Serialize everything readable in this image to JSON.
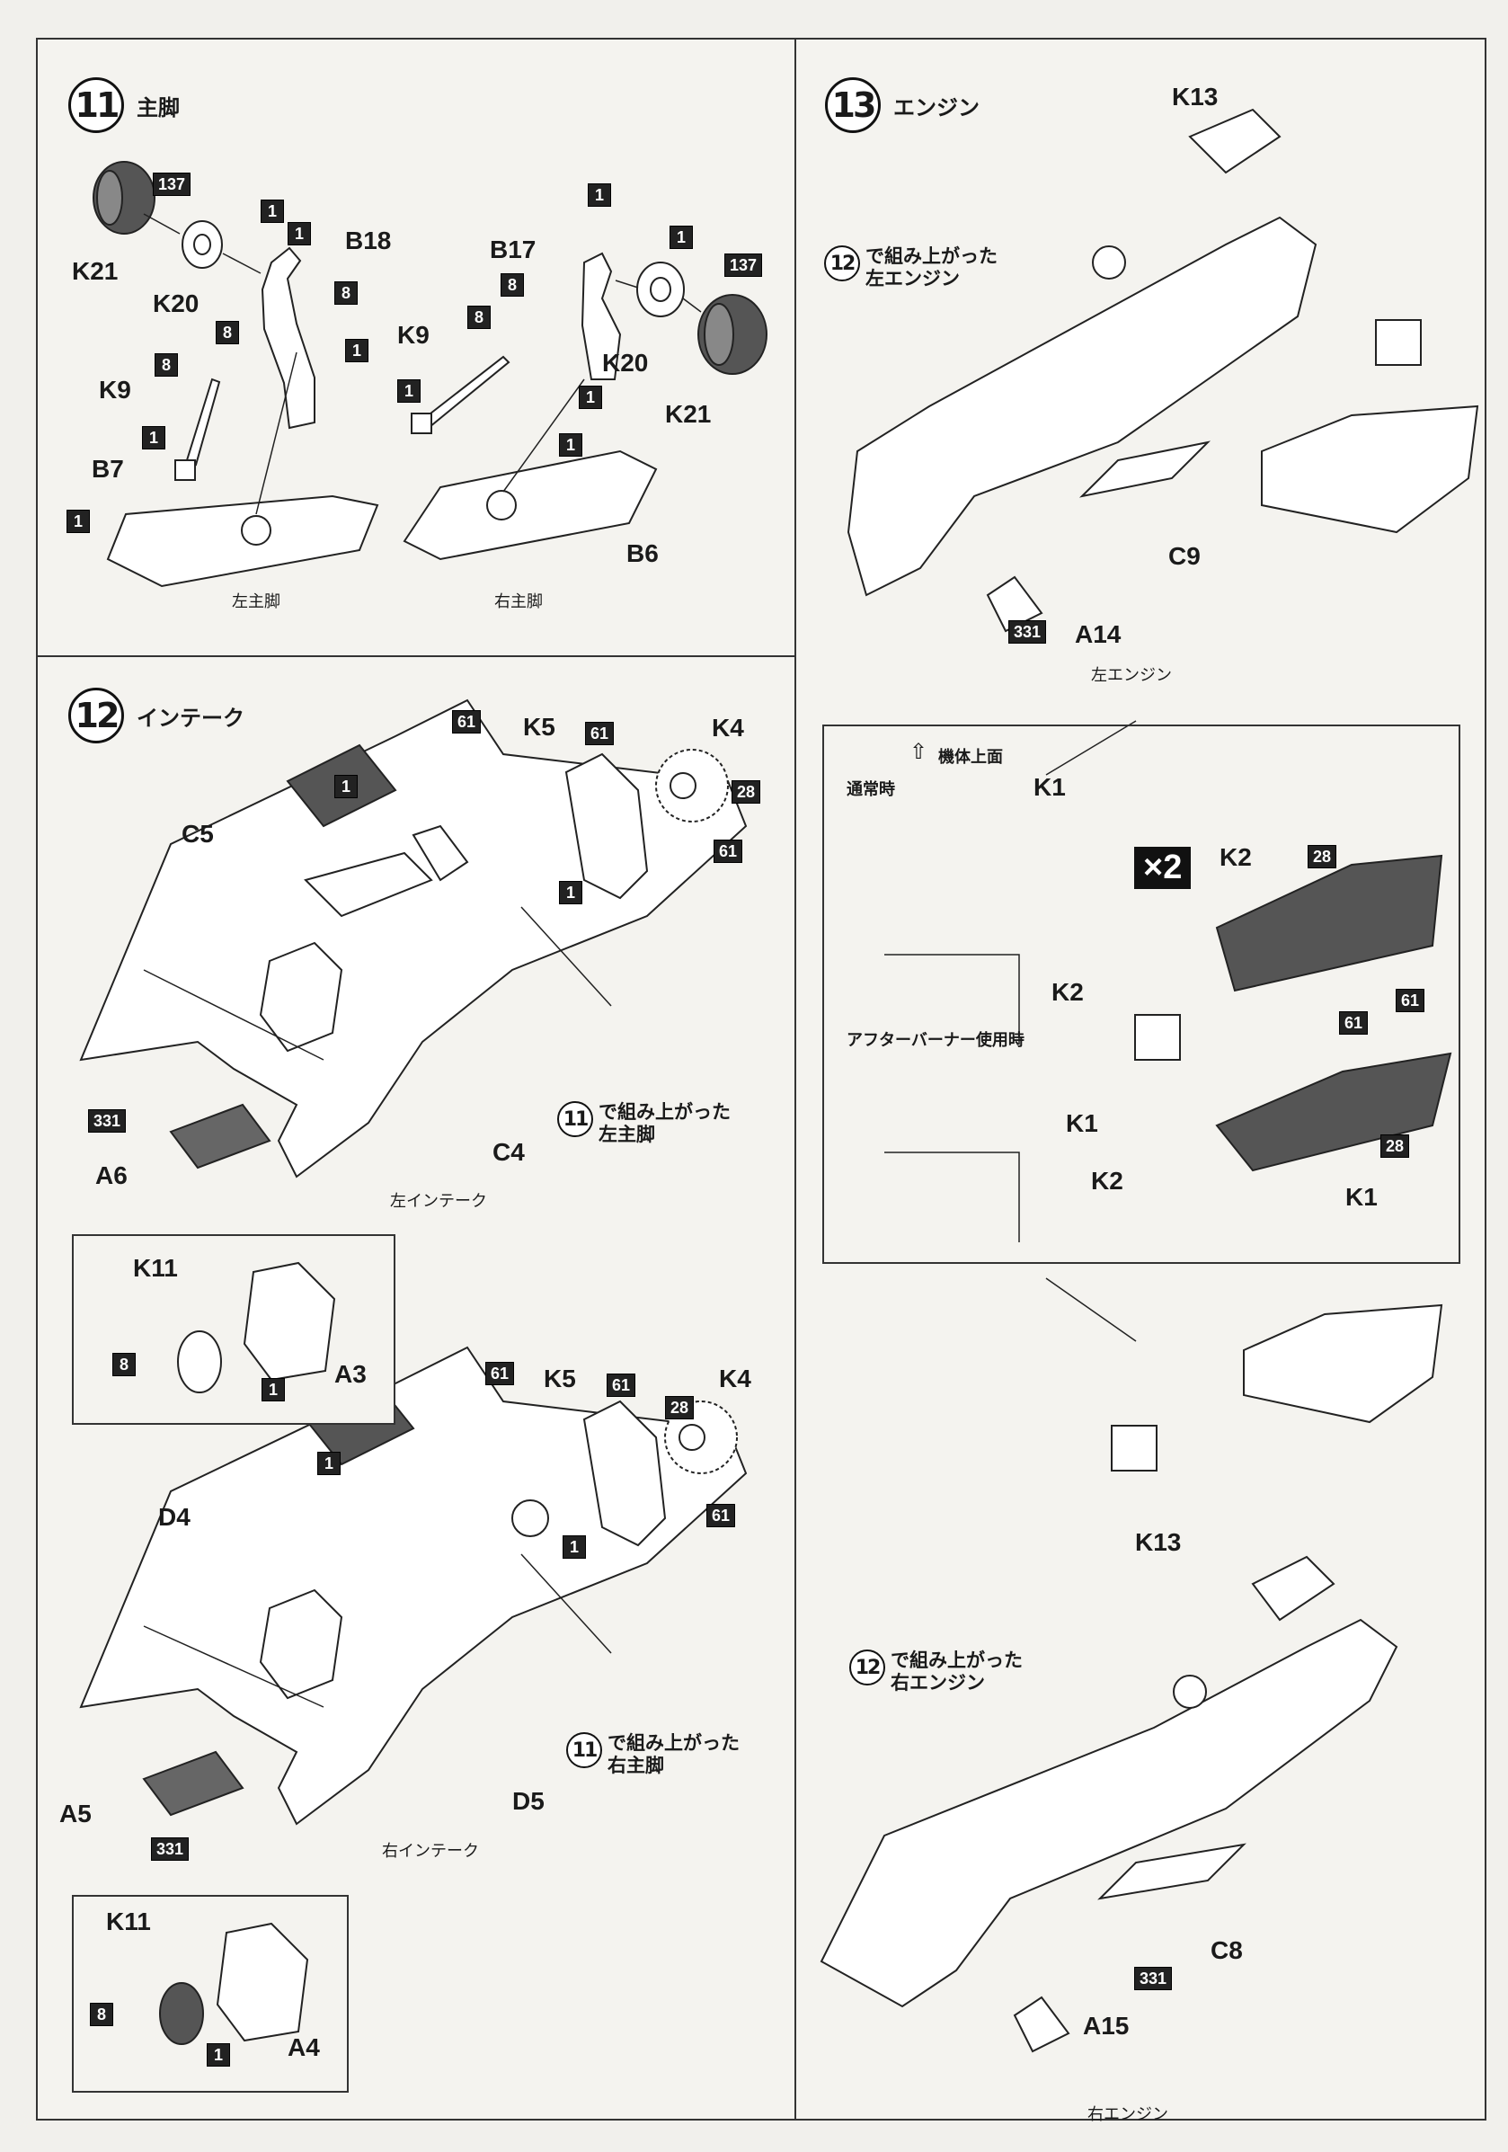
{
  "step11": {
    "num": "11",
    "title": "主脚",
    "labels": {
      "k21a": "K21",
      "k20a": "K20",
      "b18": "B18",
      "k9a": "K9",
      "b7": "B7",
      "b17": "B17",
      "k9b": "K9",
      "k20b": "K20",
      "k21b": "K21",
      "b6": "B6"
    },
    "badges": {
      "c137a": "137",
      "c1a": "1",
      "c1b": "1",
      "c8a": "8",
      "c8b": "8",
      "c1c": "1",
      "c8c": "8",
      "c1d": "1",
      "c1e": "1",
      "c1f": "1",
      "c8d": "8",
      "c8e": "8",
      "c1g": "1",
      "c1h": "1",
      "c137b": "137",
      "c1i": "1",
      "c1j": "1"
    },
    "captions": {
      "left": "左主脚",
      "right": "右主脚"
    }
  },
  "step12": {
    "num": "12",
    "title": "インテーク",
    "labels": {
      "c5": "C5",
      "k5a": "K5",
      "k4a": "K4",
      "c4": "C4",
      "a6": "A6",
      "k11a": "K11",
      "a3": "A3",
      "d4": "D4",
      "k5b": "K5",
      "k4b": "K4",
      "d5": "D5",
      "a5": "A5",
      "k11b": "K11",
      "a4": "A4"
    },
    "badges": {
      "c61a": "61",
      "c61b": "61",
      "c28a": "28",
      "c1a": "1",
      "c61c": "61",
      "c1b": "1",
      "c331a": "331",
      "c8a": "8",
      "c1c": "1",
      "c61d": "61",
      "c61e": "61",
      "c28b": "28",
      "c1d": "1",
      "c61f": "61",
      "c1e": "1",
      "c331b": "331",
      "c8b": "8",
      "c1f": "1"
    },
    "refLeft": {
      "num": "11",
      "text": "で組み上がった\n左主脚"
    },
    "refRight": {
      "num": "11",
      "text": "で組み上がった\n右主脚"
    },
    "captions": {
      "left": "左インテーク",
      "right": "右インテーク"
    }
  },
  "step13": {
    "num": "13",
    "title": "エンジン",
    "labels": {
      "k13a": "K13",
      "c9": "C9",
      "a14": "A14",
      "k1a": "K1",
      "k2a": "K2",
      "k1b": "K1",
      "k2b": "K2",
      "k2c": "K2",
      "k1c": "K1",
      "k13b": "K13",
      "c8": "C8",
      "a15": "A15"
    },
    "badges": {
      "c331a": "331",
      "c28a": "28",
      "c61a": "61",
      "c61b": "61",
      "c28b": "28",
      "c331b": "331"
    },
    "refLeft": {
      "num": "12",
      "text": "で組み上がった\n左エンジン"
    },
    "refRight": {
      "num": "12",
      "text": "で組み上がった\n右エンジン"
    },
    "inset": {
      "up": "機体上面",
      "normal": "通常時",
      "afterburner": "アフターバーナー使用時",
      "times": "×2"
    },
    "captions": {
      "left": "左エンジン",
      "right": "右エンジン"
    }
  }
}
